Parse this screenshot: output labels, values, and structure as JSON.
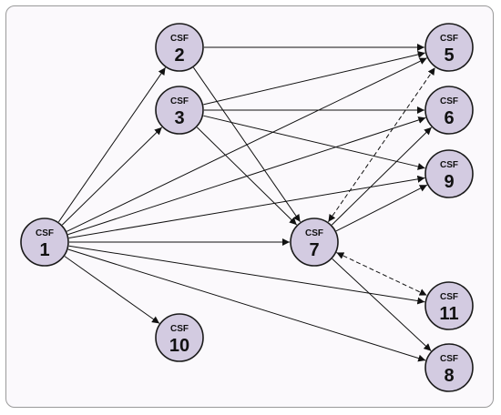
{
  "diagram": {
    "nodes": [
      {
        "id": "1",
        "prefix": "CSF",
        "label": "1"
      },
      {
        "id": "2",
        "prefix": "CSF",
        "label": "2"
      },
      {
        "id": "3",
        "prefix": "CSF",
        "label": "3"
      },
      {
        "id": "5",
        "prefix": "CSF",
        "label": "5"
      },
      {
        "id": "6",
        "prefix": "CSF",
        "label": "6"
      },
      {
        "id": "9",
        "prefix": "CSF",
        "label": "9"
      },
      {
        "id": "7",
        "prefix": "CSF",
        "label": "7"
      },
      {
        "id": "11",
        "prefix": "CSF",
        "label": "11"
      },
      {
        "id": "8",
        "prefix": "CSF",
        "label": "8"
      },
      {
        "id": "10",
        "prefix": "CSF",
        "label": "10"
      }
    ],
    "edges": [
      {
        "from": "1",
        "to": "2",
        "style": "solid",
        "direction": "forward"
      },
      {
        "from": "1",
        "to": "3",
        "style": "solid",
        "direction": "forward"
      },
      {
        "from": "1",
        "to": "5",
        "style": "solid",
        "direction": "forward"
      },
      {
        "from": "1",
        "to": "6",
        "style": "solid",
        "direction": "forward"
      },
      {
        "from": "1",
        "to": "9",
        "style": "solid",
        "direction": "forward"
      },
      {
        "from": "1",
        "to": "7",
        "style": "solid",
        "direction": "forward"
      },
      {
        "from": "1",
        "to": "11",
        "style": "solid",
        "direction": "forward"
      },
      {
        "from": "1",
        "to": "8",
        "style": "solid",
        "direction": "forward"
      },
      {
        "from": "1",
        "to": "10",
        "style": "solid",
        "direction": "forward"
      },
      {
        "from": "2",
        "to": "5",
        "style": "solid",
        "direction": "forward"
      },
      {
        "from": "2",
        "to": "7",
        "style": "solid",
        "direction": "forward"
      },
      {
        "from": "3",
        "to": "5",
        "style": "solid",
        "direction": "forward"
      },
      {
        "from": "3",
        "to": "6",
        "style": "solid",
        "direction": "forward"
      },
      {
        "from": "3",
        "to": "9",
        "style": "solid",
        "direction": "forward"
      },
      {
        "from": "3",
        "to": "7",
        "style": "solid",
        "direction": "forward"
      },
      {
        "from": "7",
        "to": "6",
        "style": "solid",
        "direction": "forward"
      },
      {
        "from": "7",
        "to": "9",
        "style": "solid",
        "direction": "forward"
      },
      {
        "from": "7",
        "to": "8",
        "style": "solid",
        "direction": "forward"
      },
      {
        "from": "7",
        "to": "5",
        "style": "dashed",
        "direction": "both"
      },
      {
        "from": "7",
        "to": "11",
        "style": "dashed",
        "direction": "both"
      }
    ]
  }
}
